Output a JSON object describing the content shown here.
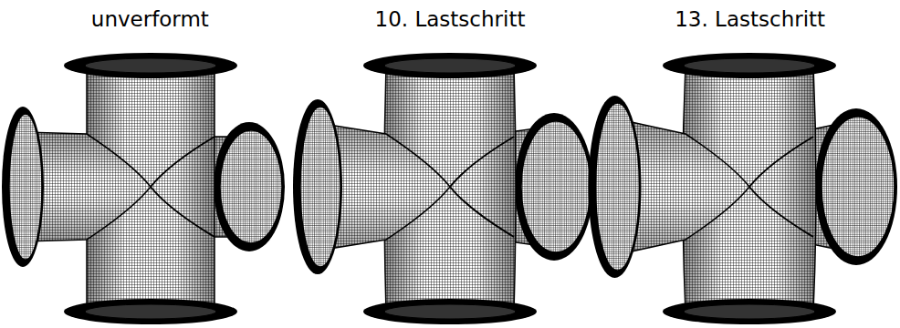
{
  "diagram": {
    "labels": [
      "unverformt",
      "10. Lastschritt",
      "13. Lastschritt"
    ]
  }
}
